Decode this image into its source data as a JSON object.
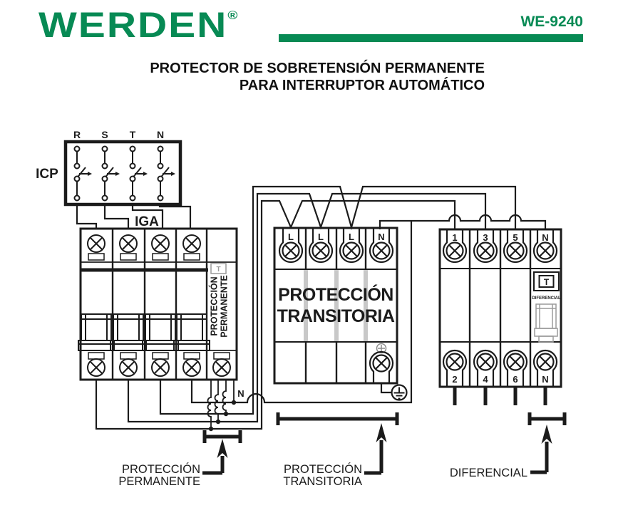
{
  "header": {
    "logo": "WERDEN",
    "registered": "®",
    "model": "WE-9240",
    "title_line1": "PROTECTOR DE SOBRETENSIÓN PERMANENTE",
    "title_line2": "PARA INTERRUPTOR AUTOMÁTICO"
  },
  "colors": {
    "brand_green": "#078a54",
    "line_black": "#1b1b1b",
    "gray": "#9a9a9a"
  },
  "diagram": {
    "icp": {
      "label": "ICP",
      "phases": [
        "R",
        "S",
        "T",
        "N"
      ]
    },
    "iga_label": "IGA",
    "permanente_module": {
      "label_line1": "PROTECCIÓN",
      "label_line2": "PERMANENTE",
      "test_button": "T"
    },
    "transitoria_block": {
      "label_line1": "PROTECCIÓN",
      "label_line2": "TRANSITORIA",
      "top_terminals": [
        "L",
        "L",
        "L",
        "N"
      ]
    },
    "diferencial_block": {
      "top_terminals": [
        "1",
        "3",
        "5",
        "N"
      ],
      "bottom_terminals": [
        "2",
        "4",
        "6",
        "N"
      ],
      "test_button": "T",
      "module_label": "DIFERENCIAL"
    },
    "neutral_wire_label": "N",
    "callouts": {
      "permanente": {
        "line1": "PROTECCIÓN",
        "line2": "PERMANENTE"
      },
      "transitoria": {
        "line1": "PROTECCIÓN",
        "line2": "TRANSITORIA"
      },
      "diferencial": {
        "line1": "DIFERENCIAL"
      }
    }
  }
}
